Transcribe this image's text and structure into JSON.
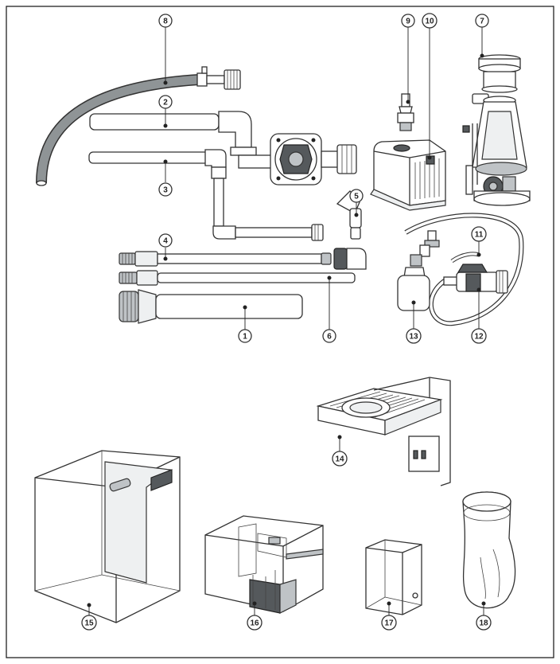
{
  "figure": {
    "border_color": "#222222",
    "tube_color": "#8f9496",
    "foam_color": "#6f7376",
    "parts": [
      {
        "label": "1",
        "icon": "large-return-pipe"
      },
      {
        "label": "2",
        "icon": "inlet-pipe-with-elbow"
      },
      {
        "label": "3",
        "icon": "overflow-pipe"
      },
      {
        "label": "4",
        "icon": "threaded-pipe-with-union"
      },
      {
        "label": "5",
        "icon": "angle-nozzle"
      },
      {
        "label": "6",
        "icon": "long-straight-pipe"
      },
      {
        "label": "7",
        "icon": "protein-skimmer"
      },
      {
        "label": "8",
        "icon": "flexible-hose-with-valve"
      },
      {
        "label": "9",
        "icon": "hose-barb-fitting"
      },
      {
        "label": "10",
        "icon": "return-pump"
      },
      {
        "label": "11",
        "icon": "air-tubing"
      },
      {
        "label": "12",
        "icon": "gate-valve"
      },
      {
        "label": "13",
        "icon": "check-valve-bulb"
      },
      {
        "label": "14",
        "icon": "led-light-fixture"
      },
      {
        "label": "15",
        "icon": "aquarium-tank"
      },
      {
        "label": "16",
        "icon": "sump-with-filter-media"
      },
      {
        "label": "17",
        "icon": "small-glass-cabinet"
      },
      {
        "label": "18",
        "icon": "filter-sock"
      }
    ]
  }
}
